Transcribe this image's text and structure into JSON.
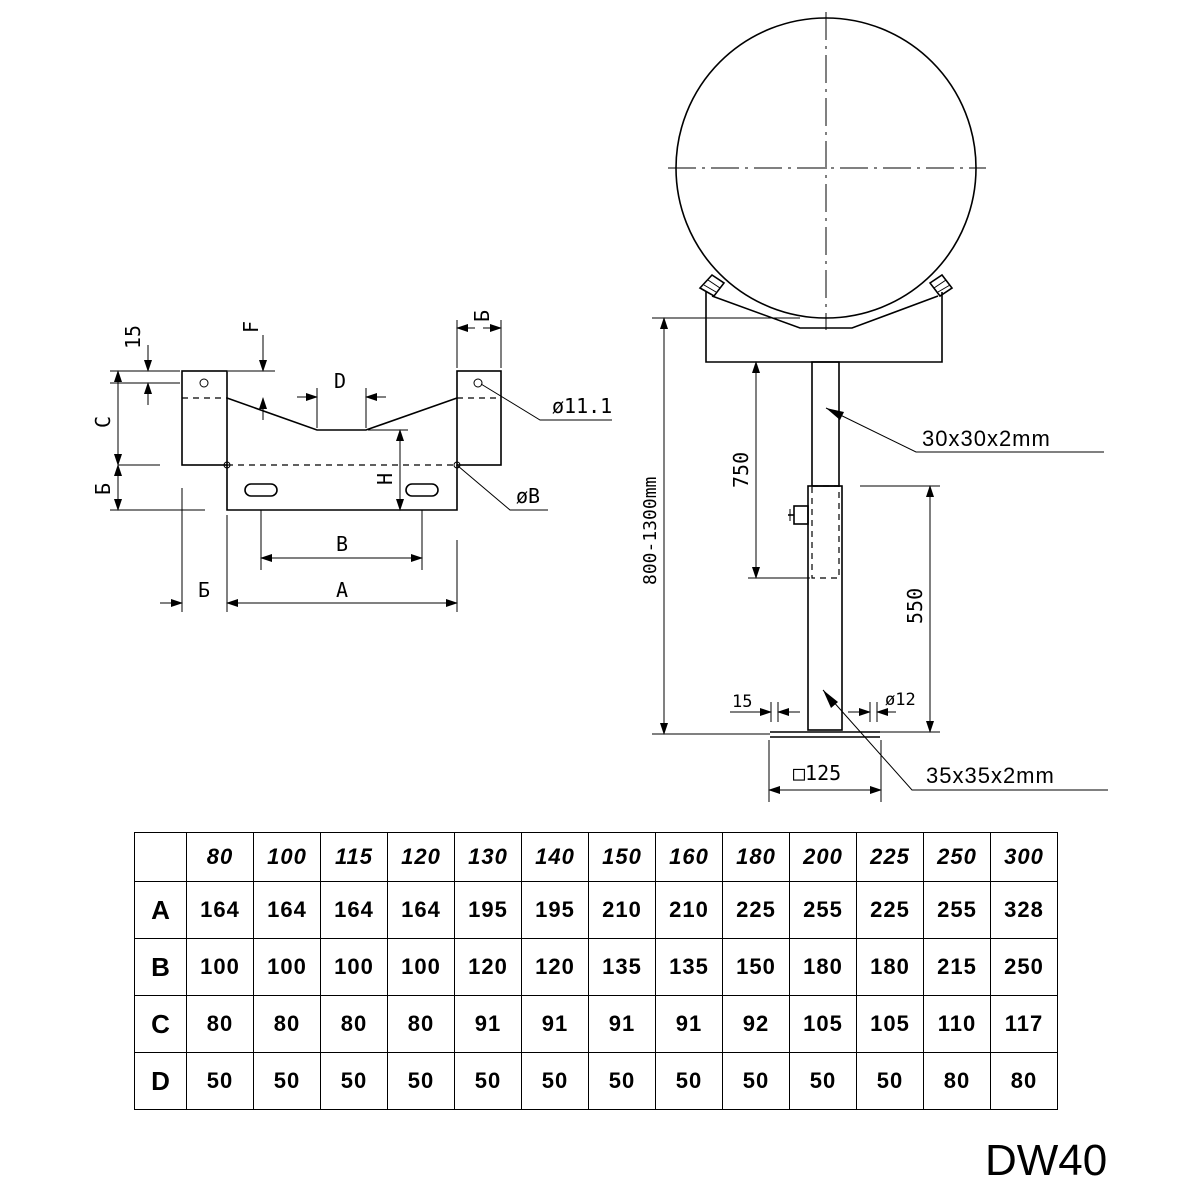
{
  "bracket": {
    "dim_15": "15",
    "dim_F": "F",
    "dim_Б_top": "Б",
    "dim_C": "C",
    "dim_Б_left": "Б",
    "dim_D": "D",
    "dim_hole": "ø11.1",
    "dim_H": "H",
    "dim_B_hole": "øB",
    "dim_B": "B",
    "dim_Б_bottom": "Б",
    "dim_A": "A"
  },
  "stand": {
    "height_range": "800-1300mm",
    "dim_750": "750",
    "dim_550": "550",
    "dim_15": "15",
    "dim_12": "ø12",
    "base_plate": "□125",
    "upper_profile": "30x30x2mm",
    "lower_profile": "35x35x2mm"
  },
  "table": {
    "header": [
      "80",
      "100",
      "115",
      "120",
      "130",
      "140",
      "150",
      "160",
      "180",
      "200",
      "225",
      "250",
      "300"
    ],
    "rows": [
      {
        "label": "A",
        "values": [
          "164",
          "164",
          "164",
          "164",
          "195",
          "195",
          "210",
          "210",
          "225",
          "255",
          "225",
          "255",
          "328"
        ]
      },
      {
        "label": "B",
        "values": [
          "100",
          "100",
          "100",
          "100",
          "120",
          "120",
          "135",
          "135",
          "150",
          "180",
          "180",
          "215",
          "250"
        ]
      },
      {
        "label": "C",
        "values": [
          "80",
          "80",
          "80",
          "80",
          "91",
          "91",
          "91",
          "91",
          "92",
          "105",
          "105",
          "110",
          "117"
        ]
      },
      {
        "label": "D",
        "values": [
          "50",
          "50",
          "50",
          "50",
          "50",
          "50",
          "50",
          "50",
          "50",
          "50",
          "50",
          "80",
          "80"
        ]
      }
    ]
  },
  "model": "DW40"
}
